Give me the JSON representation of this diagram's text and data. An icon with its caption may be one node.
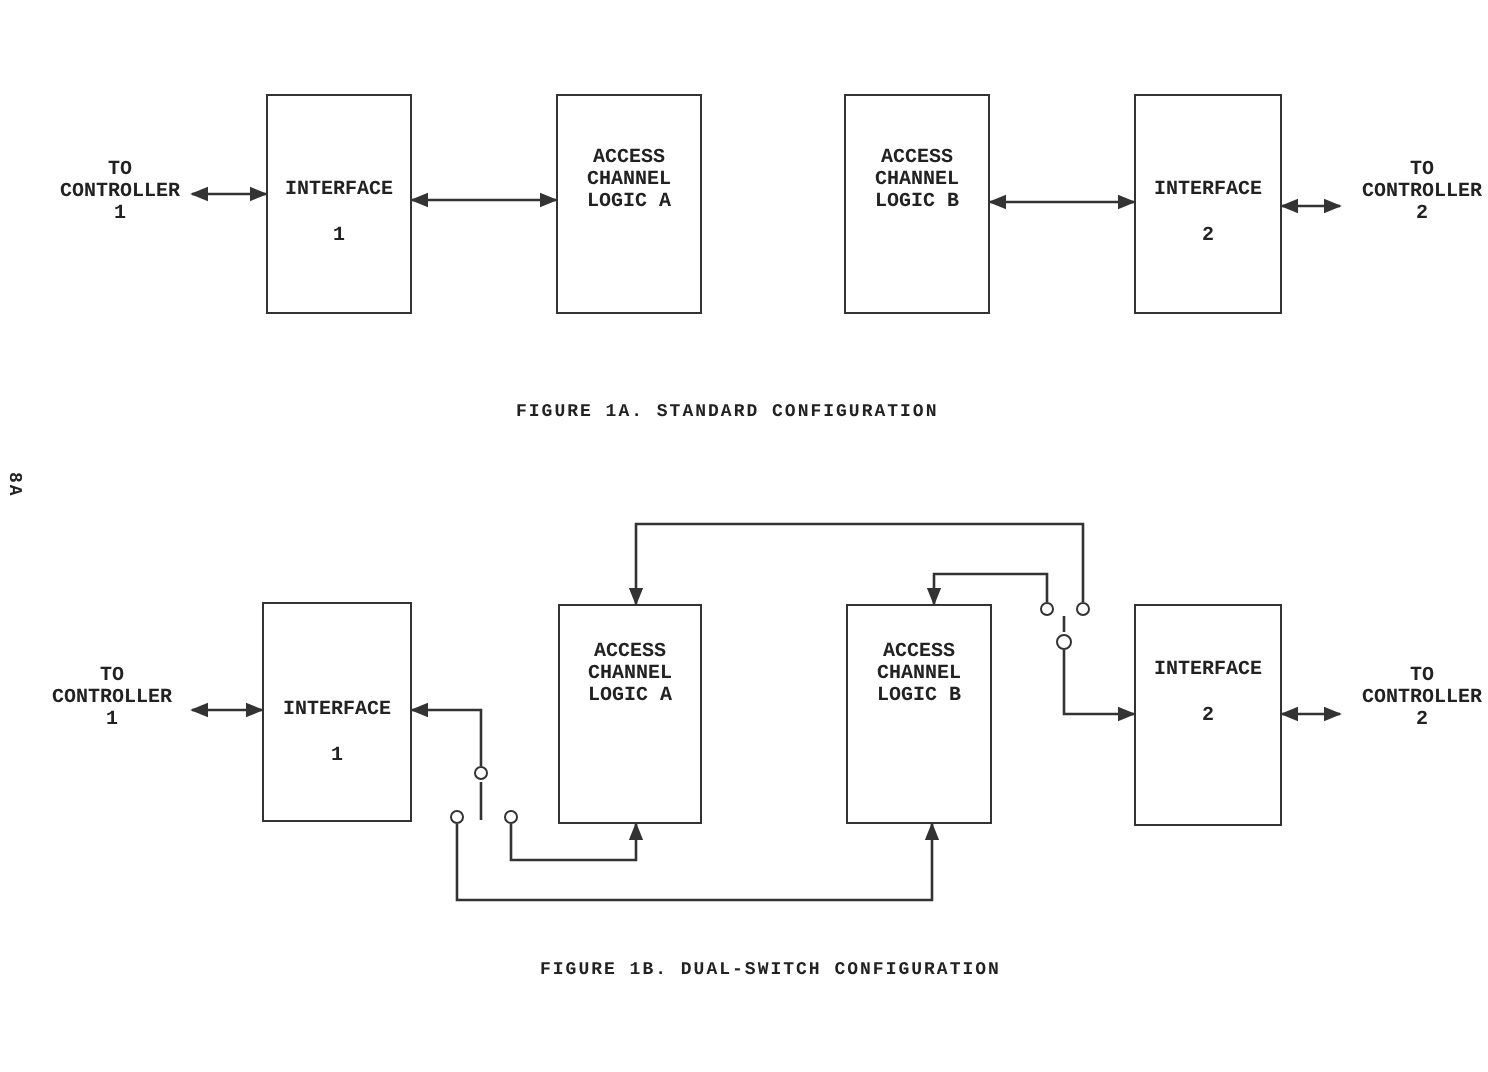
{
  "diagram": {
    "nodes": [
      {
        "text": [
          "TO CONTROLLER 1"
        ]
      },
      {
        "text": [
          "INTERFACE",
          "1"
        ]
      },
      {
        "text": [
          "ACCESS CHANNEL LOGIC A"
        ]
      },
      {
        "text": [
          "ACCESS CHANNEL LOGIC B"
        ]
      },
      {
        "text": [
          "INTERFACE",
          "2"
        ]
      },
      {
        "text": [
          "TO CONTROLLER 2"
        ]
      },
      {
        "text": [
          "TO CONTROLLER 1"
        ]
      },
      {
        "text": [
          "INTERFACE",
          "1"
        ]
      },
      {
        "text": [
          "ACCESS CHANNEL LOGIC A"
        ]
      },
      {
        "text": [
          "ACCESS CHANNEL LOGIC B"
        ]
      },
      {
        "text": [
          "INTERFACE",
          "2"
        ]
      },
      {
        "text": [
          "TO CONTROLLER 2"
        ]
      },
      {
        "text": [],
        "shape": "circle"
      },
      {
        "text": [],
        "shape": "circle"
      },
      {
        "text": [],
        "shape": "circle"
      },
      {
        "text": [],
        "shape": "circle"
      },
      {
        "text": [],
        "shape": "circle"
      },
      {
        "text": [],
        "shape": "circle"
      }
    ],
    "edges": [
      {
        "from": 0,
        "to": 1,
        "arrow": "both"
      },
      {
        "from": 1,
        "to": 2,
        "arrow": "both"
      },
      {
        "from": 3,
        "to": 4,
        "arrow": "both"
      },
      {
        "from": 4,
        "to": 5,
        "arrow": "both"
      },
      {
        "from": 6,
        "to": 7,
        "arrow": "both"
      },
      {
        "from": 12,
        "to": 7,
        "arrow": "to"
      },
      {
        "from": 13,
        "to": 9,
        "arrow": "to"
      },
      {
        "from": 14,
        "to": 8,
        "arrow": "to"
      },
      {
        "from": 15,
        "to": 9,
        "arrow": "to"
      },
      {
        "from": 16,
        "to": 8,
        "arrow": "to"
      },
      {
        "from": 17,
        "to": 10,
        "arrow": "to"
      },
      {
        "from": 10,
        "to": 11,
        "arrow": "both"
      }
    ],
    "labels": [
      "FIGURE 1A. STANDARD CONFIGURATION",
      "8A",
      "FIGURE 1B. DUAL-SWITCH CONFIGURATION"
    ]
  }
}
